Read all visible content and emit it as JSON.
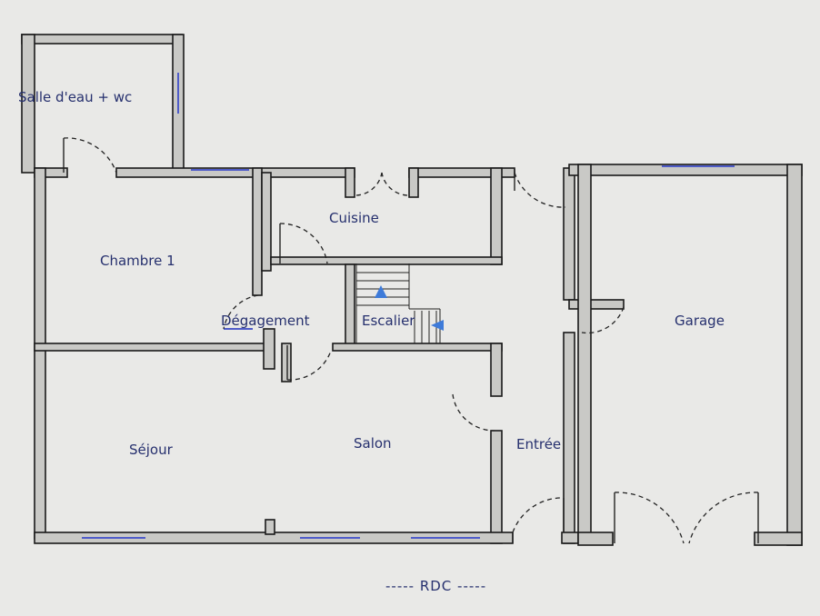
{
  "rooms": {
    "salle_eau": "Salle d'eau + wc",
    "chambre": "Chambre 1",
    "cuisine": "Cuisine",
    "degagement": "Dégagement",
    "escalier": "Escalier",
    "garage": "Garage",
    "sejour": "Séjour",
    "salon": "Salon",
    "entree": "Entrée"
  },
  "caption": "----- RDC -----",
  "colors": {
    "wall": "#c9c9c6",
    "outline": "#1a1a1a",
    "window": "#4f5cc9",
    "text": "#26306e"
  },
  "icons": [
    "stair-up-arrow-icon",
    "stair-left-arrow-icon"
  ]
}
